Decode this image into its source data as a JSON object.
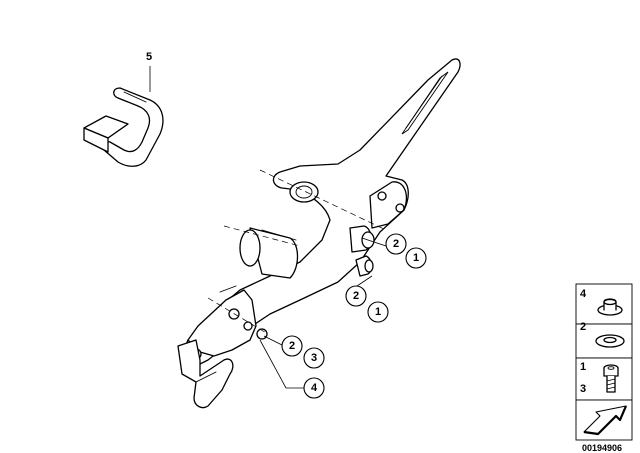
{
  "diagram": {
    "callouts": {
      "clip_label": "5",
      "upper_a": "2",
      "upper_b": "1",
      "middle_a": "2",
      "middle_b": "1",
      "lower_a": "2",
      "lower_b": "3",
      "bottom": "4"
    },
    "legend": {
      "row1_label": "4",
      "row2_label": "2",
      "row3_label_top": "1",
      "row3_label_bottom": "3"
    },
    "catalog_number": "00194906"
  }
}
